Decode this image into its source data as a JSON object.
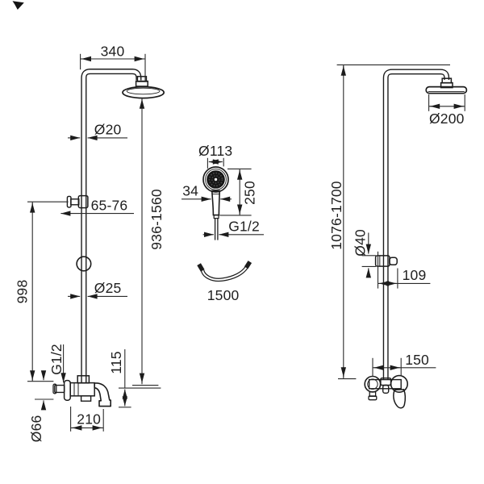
{
  "page": {
    "background": "#ffffff",
    "line_color": "#1c1c1c",
    "dim_line_color": "#2a2a2a",
    "spray_face_color": "#161616",
    "description": "Technical dimension drawing of a rain shower column set: side view with bath spout (left), hand shower and hose inset (middle), rear view with shower mixer (right)"
  },
  "drawing": {
    "left_view": {
      "top_arm_width": "340",
      "upper_pipe_diameter": "Ø20",
      "bracket_offset_range": "65-76",
      "riser_height_range": "936-1560",
      "bracket_height": "998",
      "lower_pipe_diameter": "Ø25",
      "inlet_thread": "G1/2",
      "spout_drop_height": "115",
      "escutcheon_diameter": "Ø66",
      "spout_reach": "210"
    },
    "hand_shower": {
      "head_diameter": "Ø113",
      "handle_width": "34",
      "length": "250",
      "thread": "G1/2",
      "hose_length": "1500"
    },
    "right_view": {
      "head_diameter": "Ø200",
      "total_height_range": "1076-1700",
      "bracket_diameter": "Ø40",
      "bracket_reach": "109",
      "valve_centers_width": "150"
    }
  }
}
